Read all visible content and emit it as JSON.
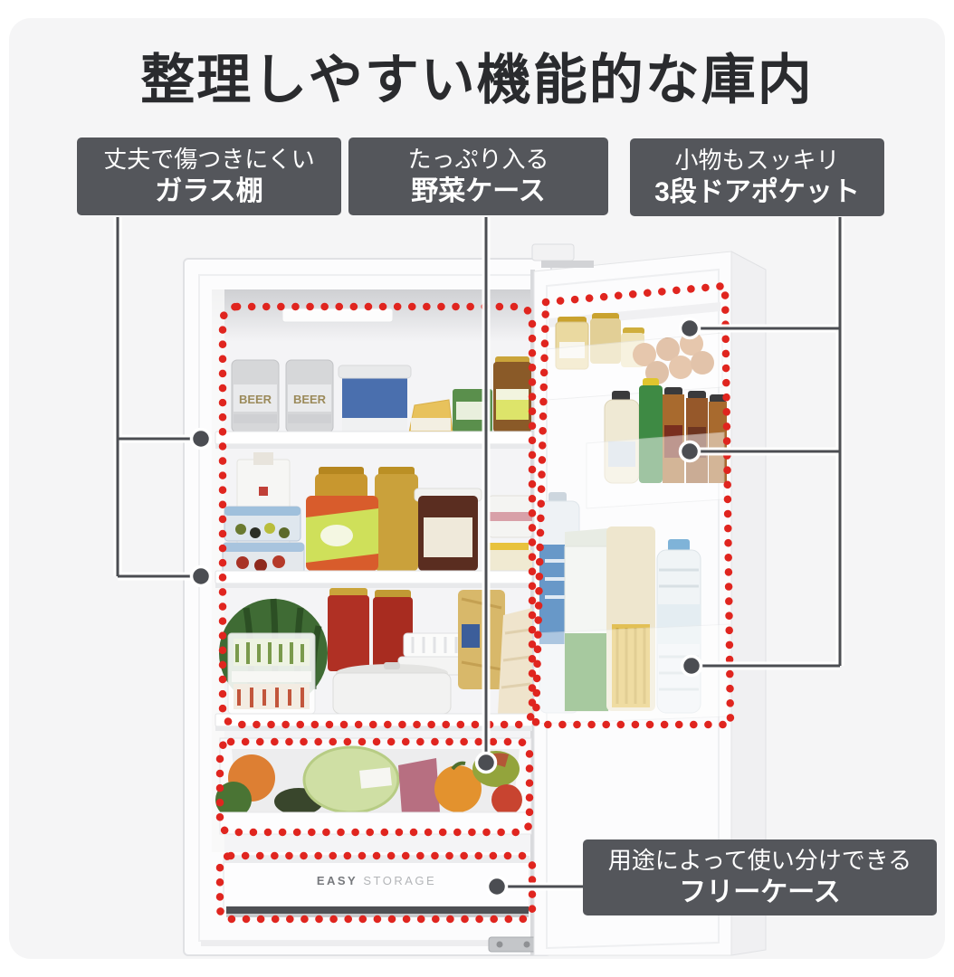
{
  "title": "整理しやすい機能的な庫内",
  "callouts": {
    "glass_shelf": {
      "line1": "丈夫で傷つきにくい",
      "line2": "ガラス棚"
    },
    "veg_case": {
      "line1": "たっぷり入る",
      "line2": "野菜ケース"
    },
    "door_pocket": {
      "line1": "小物もスッキリ",
      "line2": "3段ドアポケット"
    },
    "free_case": {
      "line1": "用途によって使い分けできる",
      "line2": "フリーケース"
    }
  },
  "fridge": {
    "beer_can_label": "BEER",
    "drawer_text": {
      "bold": "EASY",
      "light": "STORAGE"
    }
  },
  "colors": {
    "callout_bg": "#54565b",
    "accent_red": "#e0251f",
    "connector": "#4b4d52",
    "title_text": "#2a2b2e",
    "card_bg": "#f5f5f6"
  }
}
